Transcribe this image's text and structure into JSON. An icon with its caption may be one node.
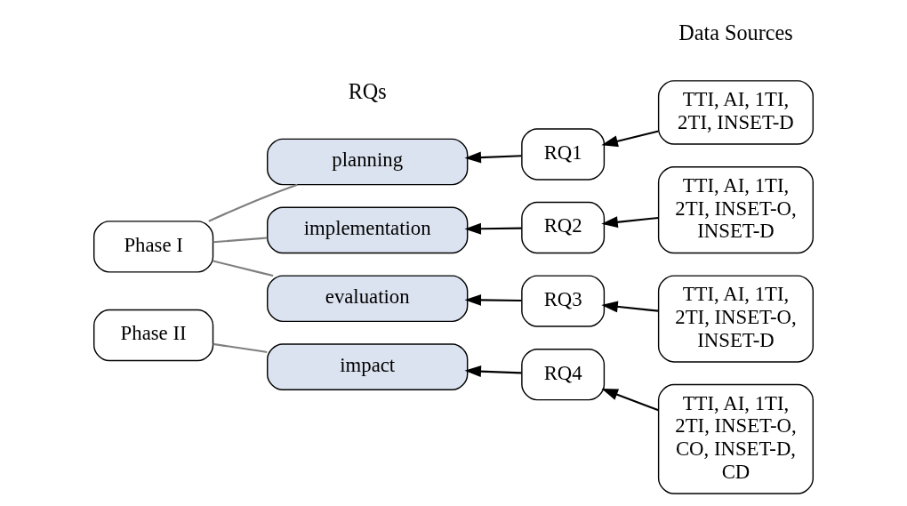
{
  "diagram": {
    "nodes": [
      {
        "text": [
          "Phase I"
        ]
      },
      {
        "text": [
          "Phase II"
        ]
      },
      {
        "text": [
          "planning"
        ]
      },
      {
        "text": [
          "implementation"
        ]
      },
      {
        "text": [
          "evaluation"
        ]
      },
      {
        "text": [
          "impact"
        ]
      },
      {
        "text": [
          "RQ1"
        ]
      },
      {
        "text": [
          "RQ2"
        ]
      },
      {
        "text": [
          "RQ3"
        ]
      },
      {
        "text": [
          "RQ4"
        ]
      },
      {
        "text": [
          "TTI, AI, 1TI, 2TI, INSET-D"
        ]
      },
      {
        "text": [
          "TTI, AI, 1TI, 2TI, INSET-O, INSET-D"
        ]
      },
      {
        "text": [
          "TTI, AI, 1TI, 2TI, INSET-O, INSET-D"
        ]
      },
      {
        "text": [
          "TTI, AI, 1TI, 2TI, INSET-O, CO, INSET-D, CD"
        ]
      }
    ],
    "edges": [
      {
        "from": 0,
        "to": 2,
        "arrow": "none",
        "color": "#7f7f7f"
      },
      {
        "from": 0,
        "to": 3,
        "arrow": "none",
        "color": "#7f7f7f"
      },
      {
        "from": 0,
        "to": 4,
        "arrow": "none",
        "color": "#7f7f7f"
      },
      {
        "from": 1,
        "to": 5,
        "arrow": "none",
        "color": "#7f7f7f"
      },
      {
        "from": 6,
        "to": 2,
        "arrow": "to"
      },
      {
        "from": 7,
        "to": 3,
        "arrow": "to"
      },
      {
        "from": 8,
        "to": 4,
        "arrow": "to"
      },
      {
        "from": 9,
        "to": 5,
        "arrow": "to"
      },
      {
        "from": 10,
        "to": 6,
        "arrow": "to"
      },
      {
        "from": 11,
        "to": 7,
        "arrow": "to"
      },
      {
        "from": 12,
        "to": 8,
        "arrow": "to"
      },
      {
        "from": 13,
        "to": 9,
        "arrow": "to"
      }
    ],
    "labels": [
      "Data Sources",
      "RQs"
    ]
  }
}
